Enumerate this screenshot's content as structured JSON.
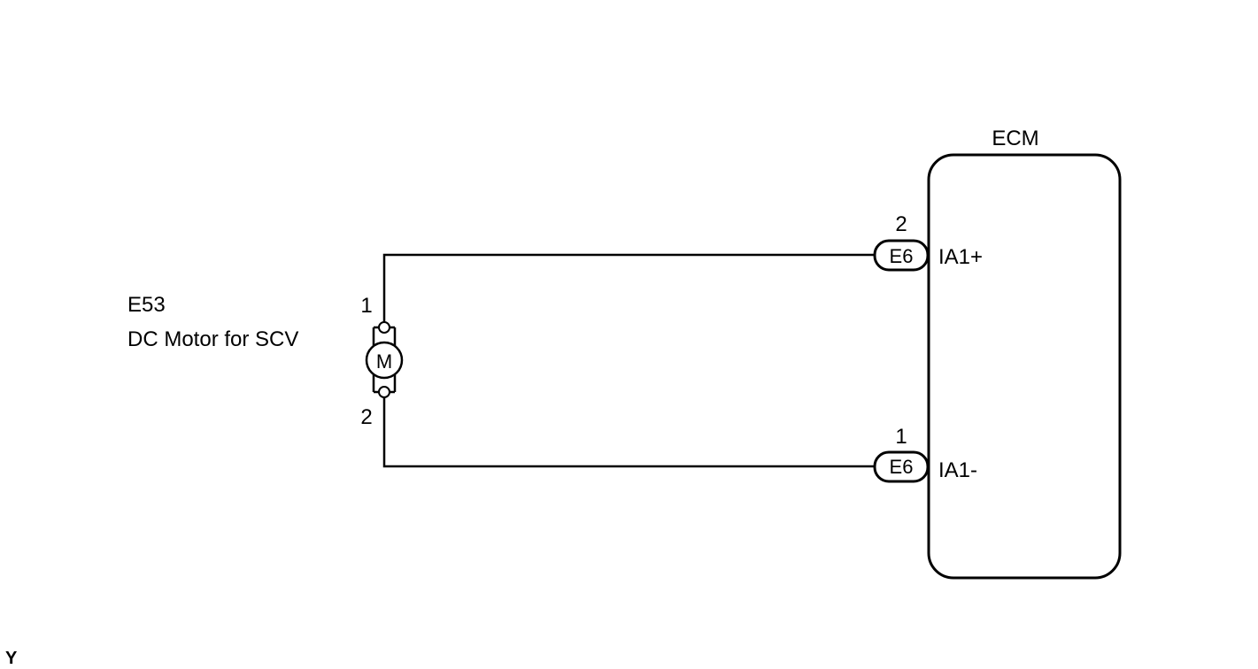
{
  "component": {
    "code": "E53",
    "name": "DC Motor for SCV",
    "symbol": "M",
    "pin_top": "1",
    "pin_bottom": "2"
  },
  "ecm": {
    "title": "ECM",
    "terminal_top": "IA1+",
    "terminal_bottom": "IA1-"
  },
  "connectors": {
    "top": {
      "label": "E6",
      "pin": "2"
    },
    "bottom": {
      "label": "E6",
      "pin": "1"
    }
  },
  "corner_mark": "Y"
}
